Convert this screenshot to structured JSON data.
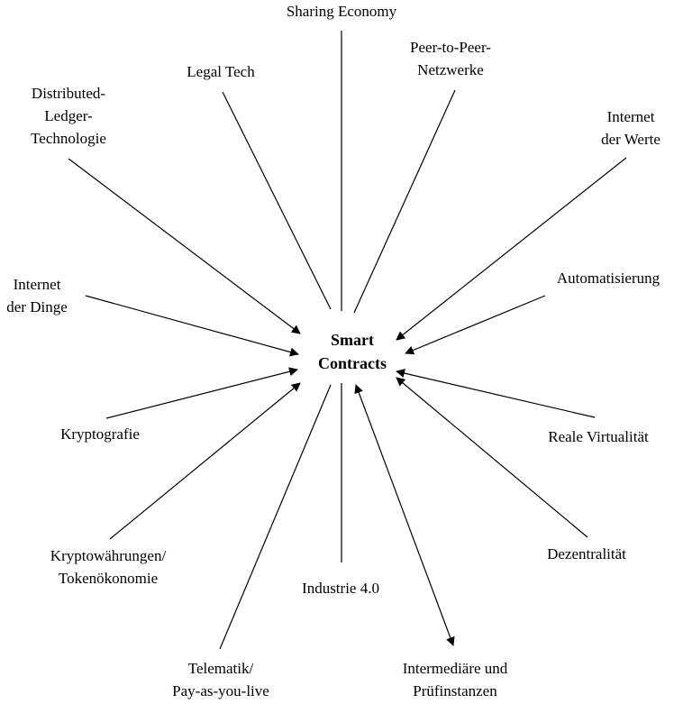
{
  "center": {
    "lines": [
      "Smart",
      "Contracts"
    ]
  },
  "nodes": [
    {
      "id": "sharing-economy",
      "lines": [
        "Sharing Economy"
      ]
    },
    {
      "id": "peer-to-peer",
      "lines": [
        "Peer-to-Peer-",
        "Netzwerke"
      ]
    },
    {
      "id": "internet-der-werte",
      "lines": [
        "Internet",
        "der Werte"
      ]
    },
    {
      "id": "automatisierung",
      "lines": [
        "Automatisierung"
      ]
    },
    {
      "id": "reale-virtualitaet",
      "lines": [
        "Reale Virtualität"
      ]
    },
    {
      "id": "dezentralitaet",
      "lines": [
        "Dezentralität"
      ]
    },
    {
      "id": "intermediaere",
      "lines": [
        "Intermediäre und",
        "Prüfinstanzen"
      ]
    },
    {
      "id": "industrie-4-0",
      "lines": [
        "Industrie 4.0"
      ]
    },
    {
      "id": "telematik",
      "lines": [
        "Telematik/",
        "Pay-as-you-live"
      ]
    },
    {
      "id": "kryptowaehrungen",
      "lines": [
        "Kryptowährungen/",
        "Tokenökonomie"
      ]
    },
    {
      "id": "kryptografie",
      "lines": [
        "Kryptografie"
      ]
    },
    {
      "id": "internet-der-dinge",
      "lines": [
        "Internet",
        "der Dinge"
      ]
    },
    {
      "id": "distributed-ledger",
      "lines": [
        "Distributed-",
        "Ledger-",
        "Technologie"
      ]
    },
    {
      "id": "legal-tech",
      "lines": [
        "Legal Tech"
      ]
    }
  ],
  "edges": [
    {
      "from": "sharing-economy",
      "arrow": "none"
    },
    {
      "from": "peer-to-peer",
      "arrow": "none"
    },
    {
      "from": "internet-der-werte",
      "arrow": "to-center"
    },
    {
      "from": "automatisierung",
      "arrow": "to-center"
    },
    {
      "from": "reale-virtualitaet",
      "arrow": "to-center"
    },
    {
      "from": "dezentralitaet",
      "arrow": "to-center"
    },
    {
      "from": "intermediaere",
      "arrow": "both"
    },
    {
      "from": "industrie-4-0",
      "arrow": "none"
    },
    {
      "from": "telematik",
      "arrow": "none"
    },
    {
      "from": "kryptowaehrungen",
      "arrow": "to-center"
    },
    {
      "from": "kryptografie",
      "arrow": "to-center"
    },
    {
      "from": "internet-der-dinge",
      "arrow": "to-center"
    },
    {
      "from": "distributed-ledger",
      "arrow": "to-center"
    },
    {
      "from": "legal-tech",
      "arrow": "none"
    }
  ]
}
